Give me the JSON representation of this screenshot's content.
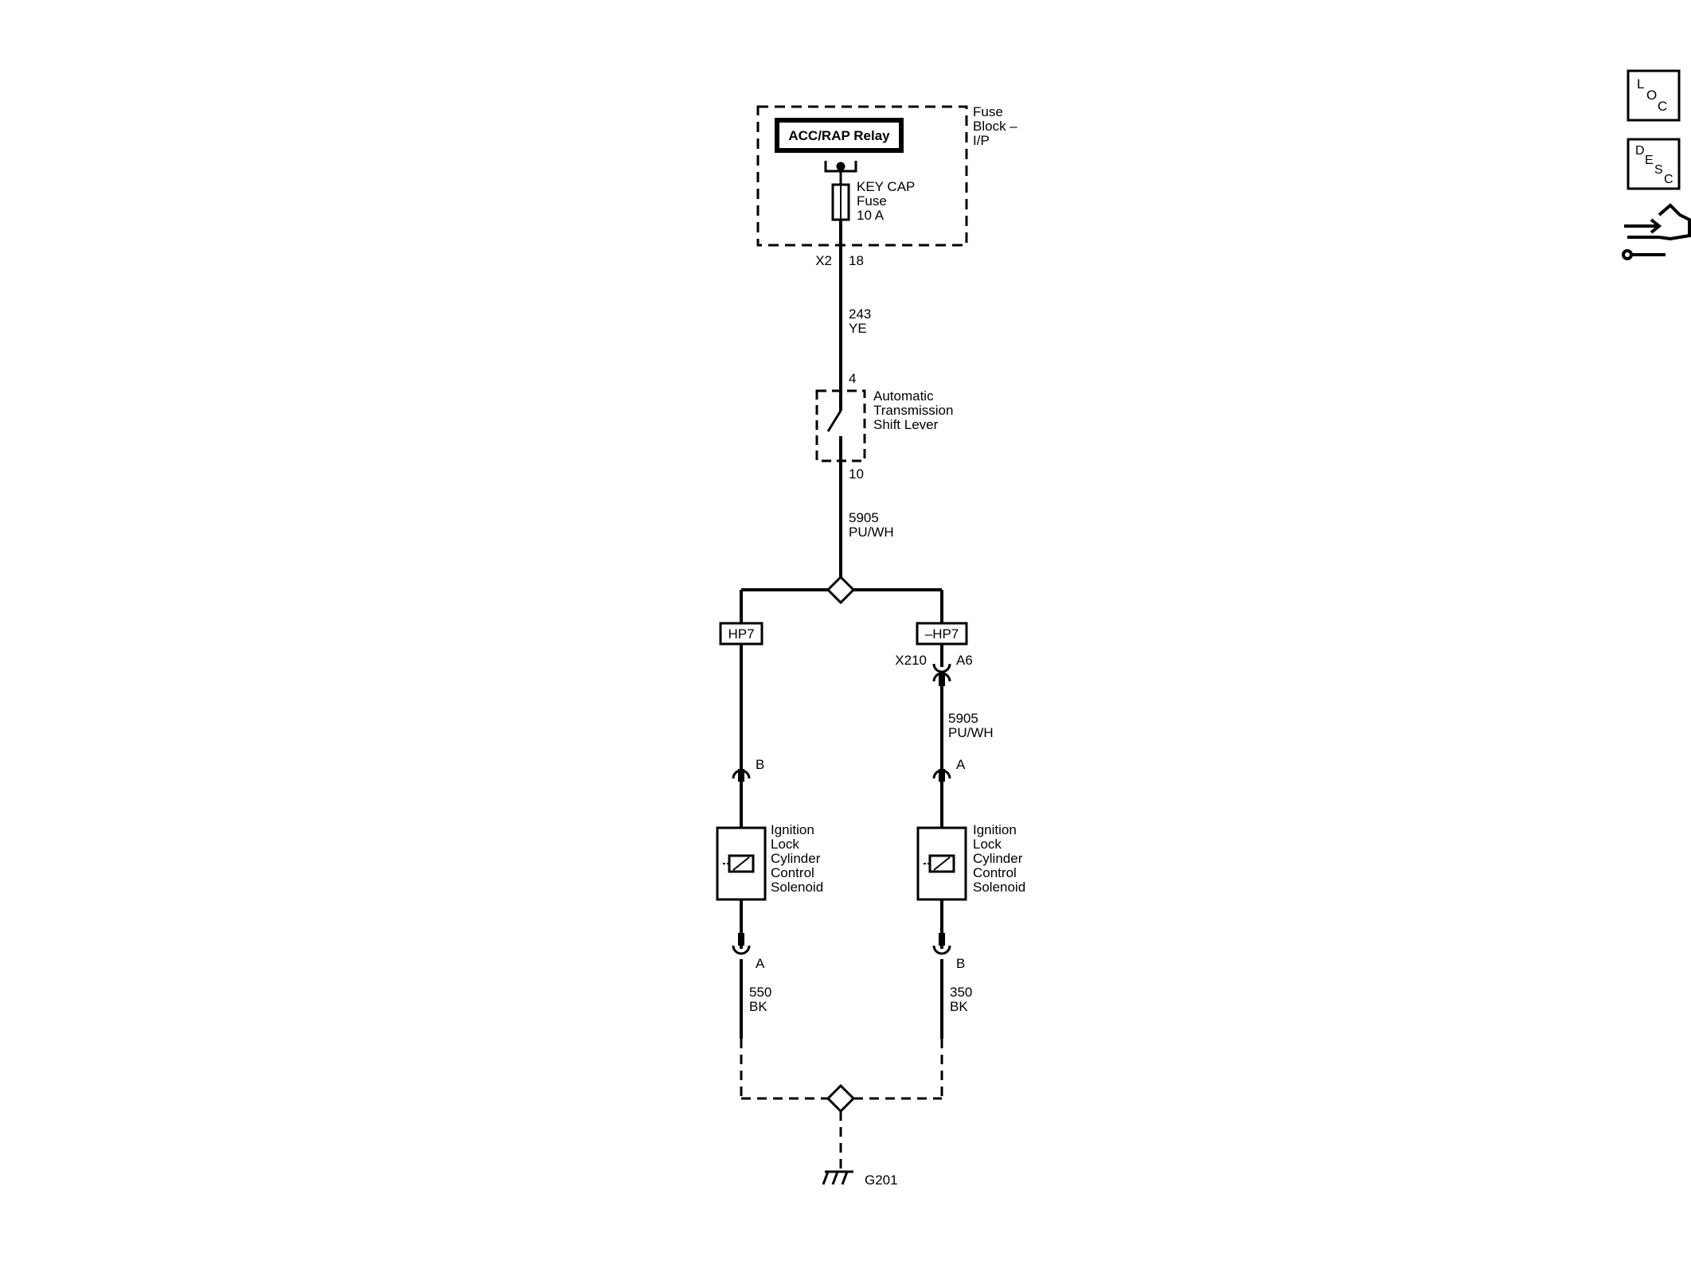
{
  "fuse_block": {
    "label_lines": [
      "Fuse",
      "Block –",
      "I/P"
    ],
    "relay_label": "ACC/RAP Relay",
    "fuse_lines": [
      "KEY CAP",
      "Fuse",
      "10 A"
    ],
    "connector": "X2",
    "pin": "18"
  },
  "wire_243": {
    "circuit": "243",
    "color": "YE"
  },
  "shift_lever": {
    "pin_top": "4",
    "pin_bottom": "10",
    "label_lines": [
      "Automatic",
      "Transmission",
      "Shift Lever"
    ]
  },
  "wire_5905_main": {
    "circuit": "5905",
    "color": "PU/WH"
  },
  "left_branch": {
    "option": "HP7",
    "connector_pin_top": "B",
    "solenoid_lines": [
      "Ignition",
      "Lock",
      "Cylinder",
      "Control",
      "Solenoid"
    ],
    "connector_pin_bottom": "A",
    "ground_wire": {
      "circuit": "550",
      "color": "BK"
    }
  },
  "right_branch": {
    "option": "–HP7",
    "inline_connector": "X210",
    "inline_pin": "A6",
    "wire": {
      "circuit": "5905",
      "color": "PU/WH"
    },
    "connector_pin_top": "A",
    "solenoid_lines": [
      "Ignition",
      "Lock",
      "Cylinder",
      "Control",
      "Solenoid"
    ],
    "connector_pin_bottom": "B",
    "ground_wire": {
      "circuit": "350",
      "color": "BK"
    }
  },
  "ground": {
    "label": "G201"
  },
  "nav": {
    "loc": {
      "l": "L",
      "o": "O",
      "c": "C"
    },
    "desc": {
      "d": "D",
      "e": "E",
      "s": "S",
      "c": "C"
    },
    "icons": [
      "loc-icon",
      "desc-icon",
      "connector-end-view-icon"
    ]
  }
}
